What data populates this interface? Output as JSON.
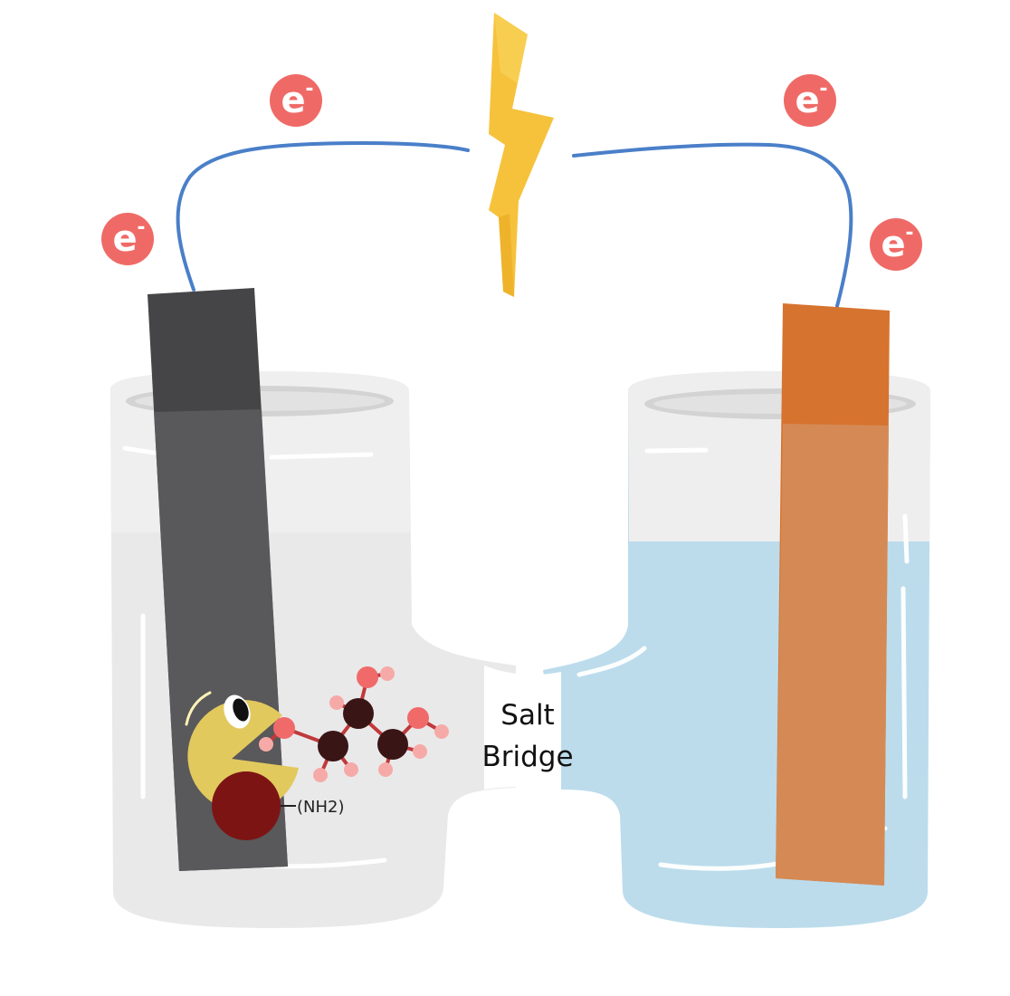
{
  "salt_bridge": {
    "line1": "Salt",
    "line2": "Bridge"
  },
  "molecule": {
    "group_label": "(NH2)"
  },
  "electron": {
    "symbol": "e",
    "charge": "-"
  },
  "colors": {
    "wire": "#4a7fc9",
    "electron": "#ef6a66",
    "lightning": "#f5c33b",
    "anode": "#454446",
    "cathode": "#d6732f",
    "solution_left": "#e8e8e8",
    "solution_right": "#b9dcec",
    "enzyme": "#e2c95e",
    "enzyme_red": "#7d1414",
    "carbon_atom": "#3a1515",
    "oxygen_atom": "#f06a6a",
    "hydrogen_atom": "#f6aaa8"
  },
  "icons": {
    "power": "lightning-bolt-icon",
    "enzyme": "pacman-enzyme-icon",
    "substrate": "molecule-icon"
  }
}
